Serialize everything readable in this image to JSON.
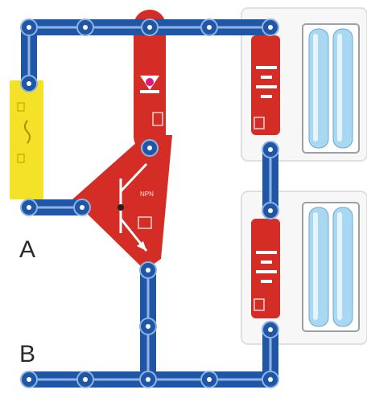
{
  "labels": {
    "point_a": "A",
    "point_b": "B"
  },
  "transistor": {
    "marking": "NPN"
  },
  "colors": {
    "wire_blue": "#1f56a6",
    "wire_light": "#8fb4e4",
    "red_component": "#d42d25",
    "yellow_component": "#f3e227",
    "battery_cell": "#a9d8f3"
  }
}
